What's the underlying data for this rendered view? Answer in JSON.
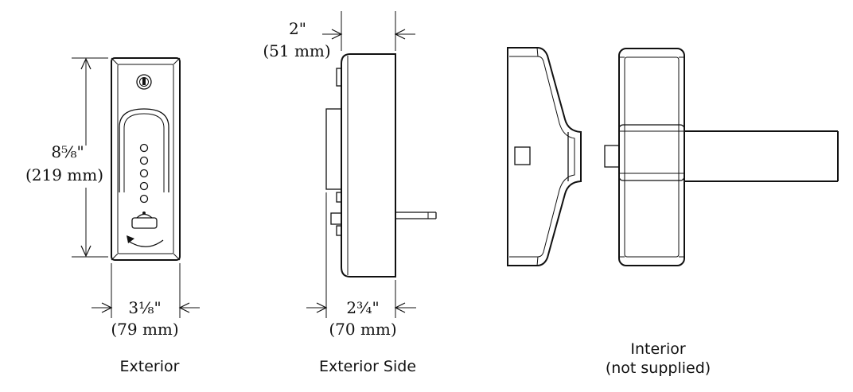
{
  "views": {
    "exterior": {
      "caption": "Exterior",
      "height_label": "8⅝\"",
      "height_metric": "(219 mm)",
      "width_label": "3⅛\"",
      "width_metric": "(79 mm)"
    },
    "exterior_side": {
      "caption": "Exterior Side",
      "depth_label": "2\"",
      "depth_metric": "(51 mm)",
      "width_label": "2¾\"",
      "width_metric": "(70 mm)"
    },
    "interior": {
      "caption_line1": "Interior",
      "caption_line2": "(not supplied)"
    }
  },
  "colors": {
    "line": "#111111",
    "background": "#ffffff"
  }
}
